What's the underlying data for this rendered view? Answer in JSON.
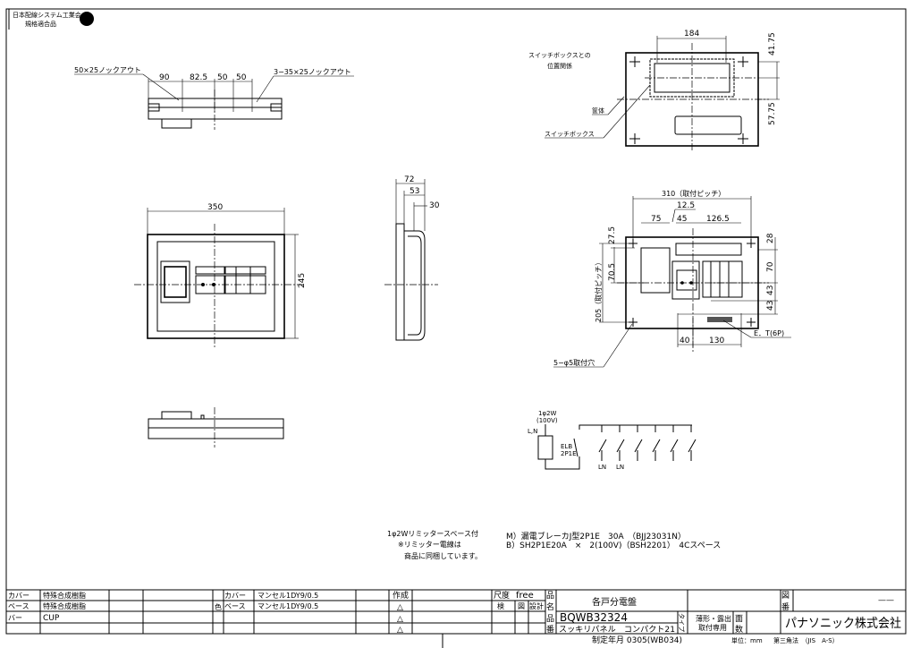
{
  "certification": {
    "line1": "日本配線システム工業会",
    "line2": "規格適合品"
  },
  "top_view": {
    "knockout_left": "50×25ノックアウト",
    "knockout_right": "3−35×25ノックアウト",
    "dims": [
      "90",
      "82.5",
      "50",
      "50"
    ]
  },
  "front_view": {
    "width": "350",
    "height": "245"
  },
  "side_view": {
    "dims": [
      "72",
      "53",
      "30"
    ]
  },
  "switchbox_view": {
    "title_line1": "スイッチボックスとの",
    "title_line2": "位置関係",
    "label_body": "筐体",
    "label_switchbox": "スイッチボックス",
    "dim_width": "184",
    "dim_top": "41.75",
    "dim_bottom": "57.75"
  },
  "mounting_view": {
    "pitch_h": "310（取付ピッチ）",
    "dim_12_5": "12.5",
    "dim_75": "75",
    "dim_45": "45",
    "dim_126_5": "126.5",
    "dim_27_5": "27.5",
    "dim_70_5": "70.5",
    "pitch_v": "205（取付ピッチ）",
    "dim_28": "28",
    "dim_70": "70",
    "dim_43a": "43",
    "dim_43b": "43",
    "dim_40": "40",
    "dim_130": "130",
    "terminal": "E．T(6P)",
    "holes": "5−φ5取付穴"
  },
  "wiring": {
    "supply_line1": "1φ2W",
    "supply_line2": "(100V)",
    "ln_label": "L,N",
    "elb_line1": "ELB",
    "elb_line2": "2P1E",
    "branch_labels": [
      "LN",
      "LN"
    ]
  },
  "notes": {
    "left": [
      "1φ2Wリミッタースペース付",
      "※リミッター電線は",
      "商品に同梱しています。"
    ],
    "right": [
      "M）漏電ブレーカJ型2P1E　30A　（BJJ23031N）",
      "B）SH2P1E20A　×　2(100V)（BSH2201）　4Cスペース"
    ]
  },
  "title_block": {
    "materials": [
      {
        "part": "カバー",
        "material": "特殊合成樹脂"
      },
      {
        "part": "ベース",
        "material": "特殊合成樹脂"
      },
      {
        "part": "バー",
        "material": "CUP"
      }
    ],
    "color_label": "色",
    "colors": [
      {
        "part": "カバー",
        "value": "マンセル1DY9/0.5"
      },
      {
        "part": "ベース",
        "value": "マンセル1DY9/0.5"
      }
    ],
    "made_label": "作成",
    "revisions": [
      "△",
      "△",
      "△"
    ],
    "scale_label": "尺度",
    "scale_value": "free",
    "check_label": "検",
    "drawing_label": "図",
    "design_label": "設計",
    "name_label_1": "品",
    "name_label_2": "名",
    "product_name": "各戸分電盤",
    "drawing_no_label_1": "図",
    "drawing_no_label_2": "番",
    "drawing_no": "——",
    "number_label_1": "品",
    "number_label_2": "番",
    "product_number": "BQWB32324",
    "product_series": "スッキリパネル　コンパクト21",
    "type_label": "タイプ",
    "type_line1": "薄形・露出",
    "type_line2": "取付専用",
    "faces_label_1": "面",
    "faces_label_2": "数",
    "company": "パナソニック株式会社",
    "established": "制定年月 0305(WB034)",
    "unit": "単位：mm",
    "projection": "第三角法　（JIS　A-S）"
  }
}
